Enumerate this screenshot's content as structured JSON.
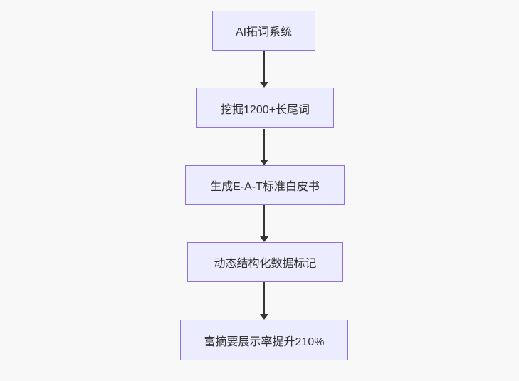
{
  "diagram": {
    "type": "flowchart",
    "direction": "top-down",
    "colors": {
      "background": "#f8f8f8",
      "node_fill": "#ececff",
      "node_border": "#9370db",
      "node_text": "#333333",
      "edge": "#333333"
    },
    "nodes": [
      {
        "label": "AI拓词系统"
      },
      {
        "label": "挖掘1200+长尾词"
      },
      {
        "label": "生成E-A-T标准白皮书"
      },
      {
        "label": "动态结构化数据标记"
      },
      {
        "label": "富摘要展示率提升210%"
      }
    ],
    "edges": [
      {
        "from": "AI拓词系统",
        "to": "挖掘1200+长尾词"
      },
      {
        "from": "挖掘1200+长尾词",
        "to": "生成E-A-T标准白皮书"
      },
      {
        "from": "生成E-A-T标准白皮书",
        "to": "动态结构化数据标记"
      },
      {
        "from": "动态结构化数据标记",
        "to": "富摘要展示率提升210%"
      }
    ]
  }
}
